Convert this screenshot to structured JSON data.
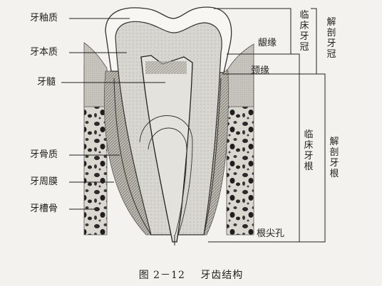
{
  "labels_left": {
    "enamel": "牙釉质",
    "dentin": "牙本质",
    "pulp": "牙髓",
    "cementum": "牙骨质",
    "periodontal_ligament": "牙周膜",
    "alveolar_bone": "牙槽骨"
  },
  "labels_inner": {
    "gingival_margin": "龈缘",
    "cervical_line": "颈缘",
    "apical_foramen": "根尖孔"
  },
  "labels_right": {
    "clinical_crown": "临床牙冠",
    "anatomical_crown": "解剖牙冠",
    "clinical_root": "临床牙根",
    "anatomical_root": "解剖牙根"
  },
  "caption": {
    "number": "图 2－12",
    "title": "牙齿结构"
  }
}
